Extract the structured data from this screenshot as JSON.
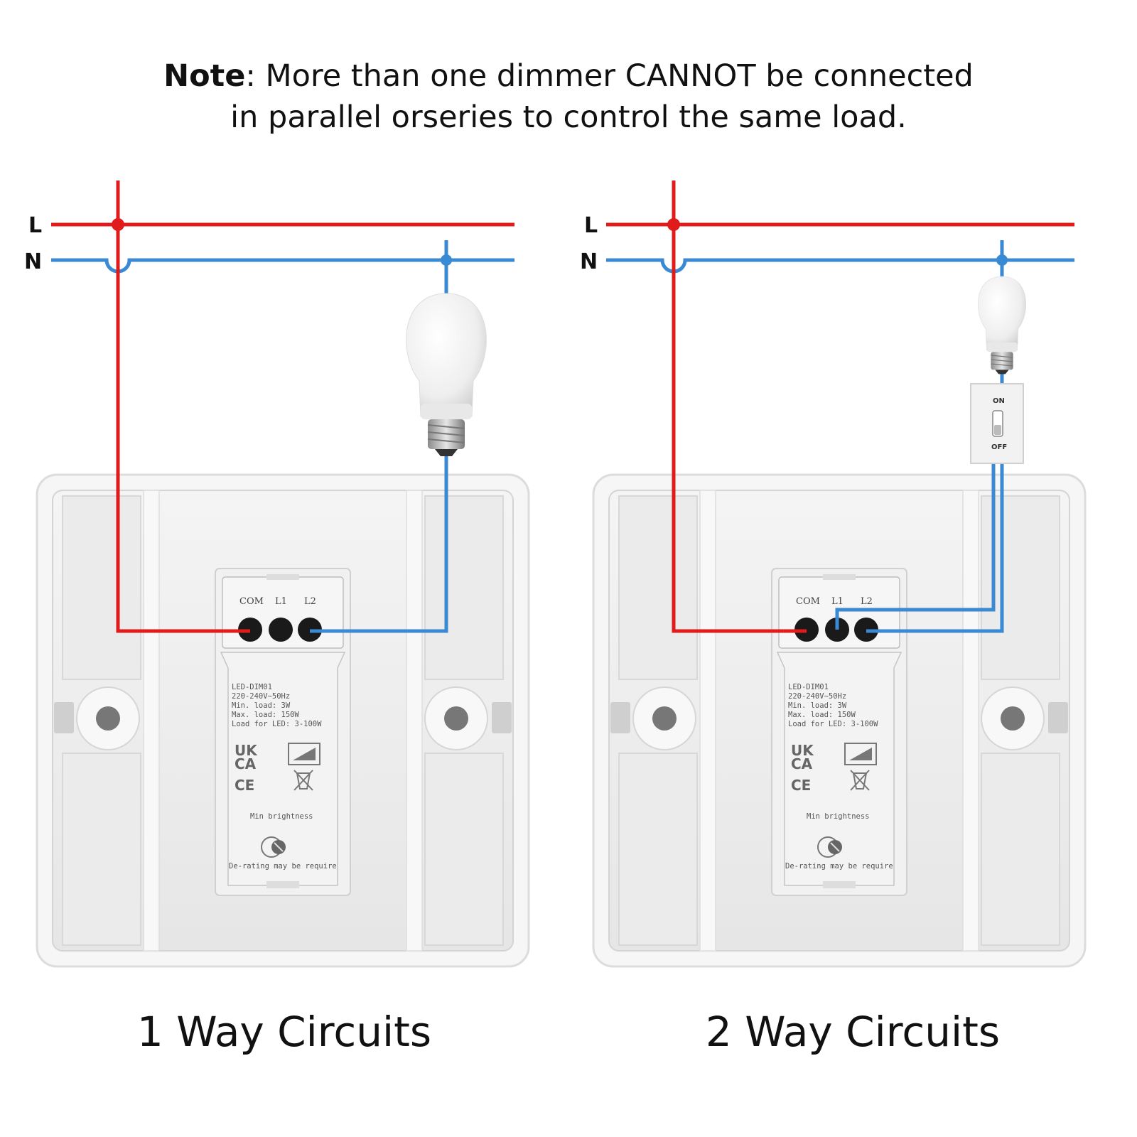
{
  "note": {
    "lead": "Note",
    "line1_rest": ": More than one dimmer CANNOT be connected",
    "line2": "in parallel orseries to control the same load."
  },
  "lines": {
    "live": "L",
    "neutral": "N"
  },
  "colors": {
    "live": "#e01b1b",
    "neutral": "#3a8ad3"
  },
  "dimmer": {
    "terminals": [
      "COM",
      "L1",
      "L2"
    ],
    "model": "LED-DIM01",
    "voltage": "220-240V~50Hz",
    "min_load": "Min. load: 3W",
    "max_load": "Max. load: 150W",
    "led_load": "Load for LED: 3-100W",
    "mark_uk": "UK",
    "mark_ca": "CA",
    "mark_ce": "CE",
    "min_brightness": "Min brightness",
    "derating": "De-rating may be require"
  },
  "switch": {
    "on": "ON",
    "off": "OFF"
  },
  "captions": {
    "left": "1 Way Circuits",
    "right": "2 Way Circuits"
  }
}
